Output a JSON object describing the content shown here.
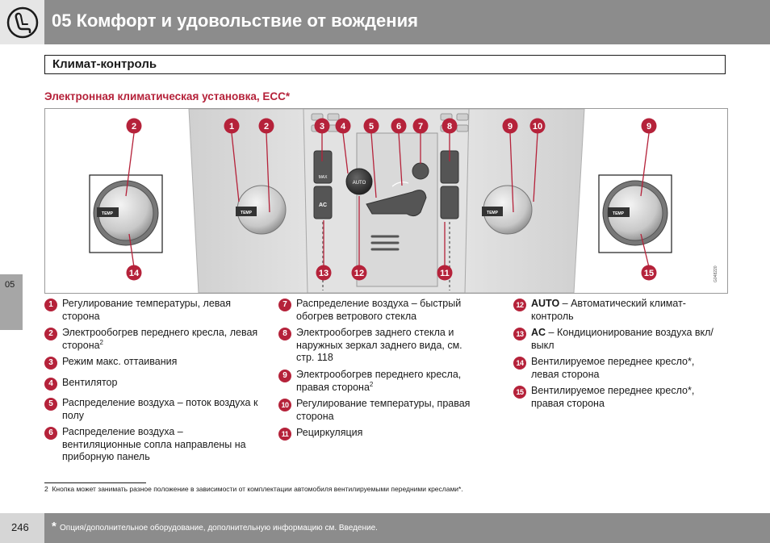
{
  "header": {
    "title": "05 Комфорт и удовольствие от вождения",
    "icon": "seat-icon"
  },
  "section": {
    "title": "Климат-контроль"
  },
  "sub_heading": "Электронная климатическая установка, ECC*",
  "side_tab": {
    "label": "05"
  },
  "figure": {
    "image_code": "G048220",
    "callouts_top": [
      "2",
      "1",
      "2",
      "3",
      "4",
      "5",
      "6",
      "7",
      "8",
      "9",
      "10",
      "9"
    ],
    "callouts_bottom": [
      "14",
      "13",
      "12",
      "11",
      "15"
    ],
    "panel_labels": {
      "temp": "TEMP",
      "auto": "AUTO",
      "ac": "AC",
      "max": "MAX"
    }
  },
  "legend": {
    "col1": [
      {
        "num": "1",
        "text": "Регулирование температуры, левая сторона"
      },
      {
        "num": "2",
        "text": "Электрообогрев переднего кресла, левая сторона",
        "sup": "2"
      },
      {
        "num": "3",
        "text": "Режим макс. оттаивания"
      },
      {
        "num": "4",
        "text": "Вентилятор"
      },
      {
        "num": "5",
        "text": "Распределение воздуха – поток воздуха к полу"
      },
      {
        "num": "6",
        "text": "Распределение воздуха – вентиляционные сопла направлены на приборную панель"
      }
    ],
    "col2": [
      {
        "num": "7",
        "text": "Распределение воздуха – быстрый обогрев ветрового стекла"
      },
      {
        "num": "8",
        "text": "Электрообогрев заднего стекла и наружных зеркал заднего вида, см. стр. 118"
      },
      {
        "num": "9",
        "text": "Электрообогрев переднего кресла, правая сторона",
        "sup": "2"
      },
      {
        "num": "10",
        "text": "Регулирование температуры, правая сторона"
      },
      {
        "num": "11",
        "text": "Рециркуляция"
      }
    ],
    "col3": [
      {
        "num": "12",
        "bold": "AUTO",
        "text": " – Автоматический климат-контроль"
      },
      {
        "num": "13",
        "bold": "AC",
        "text": " – Кондиционирование воздуха вкл/выкл"
      },
      {
        "num": "14",
        "text": "Вентилируемое переднее кресло*, левая сторона"
      },
      {
        "num": "15",
        "text": "Вентилируемое переднее кресло*, правая сторона"
      }
    ]
  },
  "footnote": {
    "mark": "2",
    "text": "Кнопка может занимать разное положение в зависимости от комплектации автомобиля вентилируемыми передними креслами*."
  },
  "footer": {
    "page": "246",
    "star": "*",
    "note": "Опция/дополнительное оборудование, дополнительную информацию см. Введение."
  },
  "colors": {
    "accent": "#b5223a",
    "bar": "#8c8c8c"
  }
}
